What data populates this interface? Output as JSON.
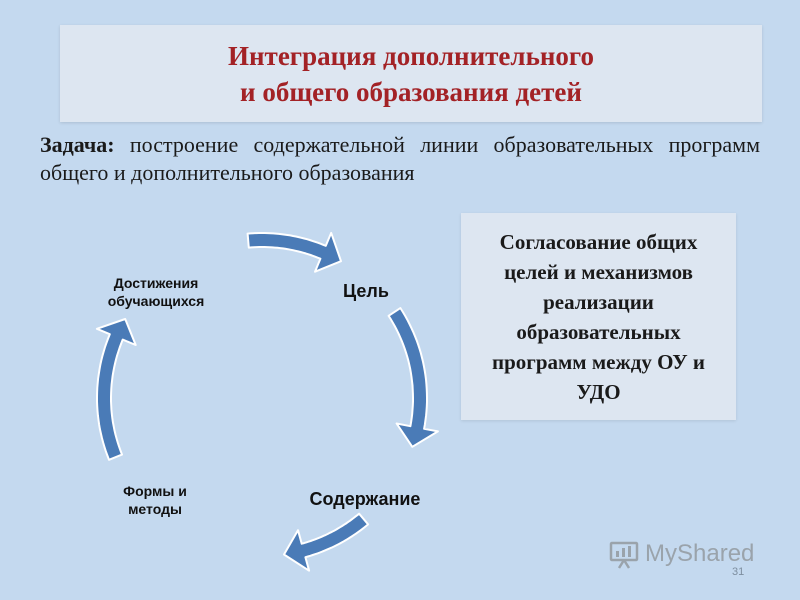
{
  "title": {
    "line1": "Интеграция дополнительного",
    "line2": "и общего образования детей"
  },
  "task": {
    "label": "Задача:",
    "text": "построение содержательной линии образовательных программ общего и дополнительного образования"
  },
  "cycle": {
    "steps": [
      {
        "line1": "Цель",
        "line2": ""
      },
      {
        "line1": "Содержание",
        "line2": ""
      },
      {
        "line1": "Формы и",
        "line2": "методы"
      },
      {
        "line1": "Достижения",
        "line2": "обучающихся"
      }
    ],
    "arrow_color": "#4a7bb7",
    "arrow_outline": "#ffffff"
  },
  "side_box": {
    "text": "Согласование общих целей и механизмов реализации образовательных программ между ОУ и УДО"
  },
  "watermark": {
    "text": "MyShared"
  },
  "slide_number": "31",
  "colors": {
    "background": "#c4d9ef",
    "box": "#dde6f1",
    "title": "#a32226"
  }
}
